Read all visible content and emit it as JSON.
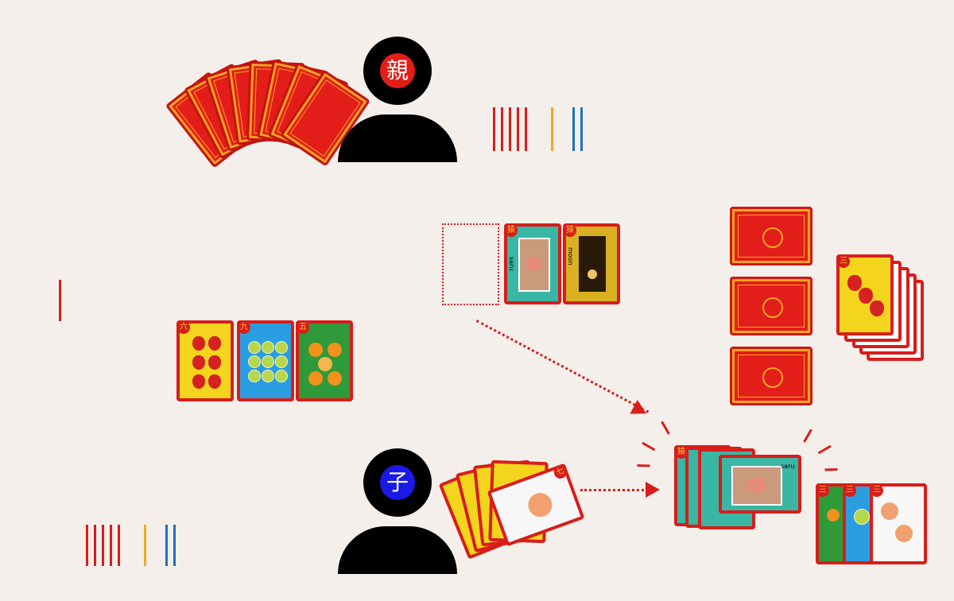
{
  "parent": {
    "badge": "親",
    "badge_color": "#e31d1a"
  },
  "child": {
    "badge": "子",
    "badge_color": "#1a1ae8"
  },
  "colors": {
    "red": "#d81d1a",
    "gold": "#f5a623",
    "blue": "#1f6fc4",
    "bg": "#f4efea"
  },
  "tallies": {
    "parent": {
      "red": 5,
      "yellow": 1,
      "blue": 2
    },
    "child": {
      "red": 5,
      "yellow": 1,
      "blue": 2
    },
    "side": {
      "red": 1
    }
  },
  "card_labels": {
    "monkey": "saru",
    "moon": "moon",
    "strawberry_rank": "六",
    "lime_rank": "九",
    "orange_rank": "五",
    "peach_rank": "七",
    "deck_rank": "三"
  },
  "card_marks": {
    "monkey": "猿"
  }
}
